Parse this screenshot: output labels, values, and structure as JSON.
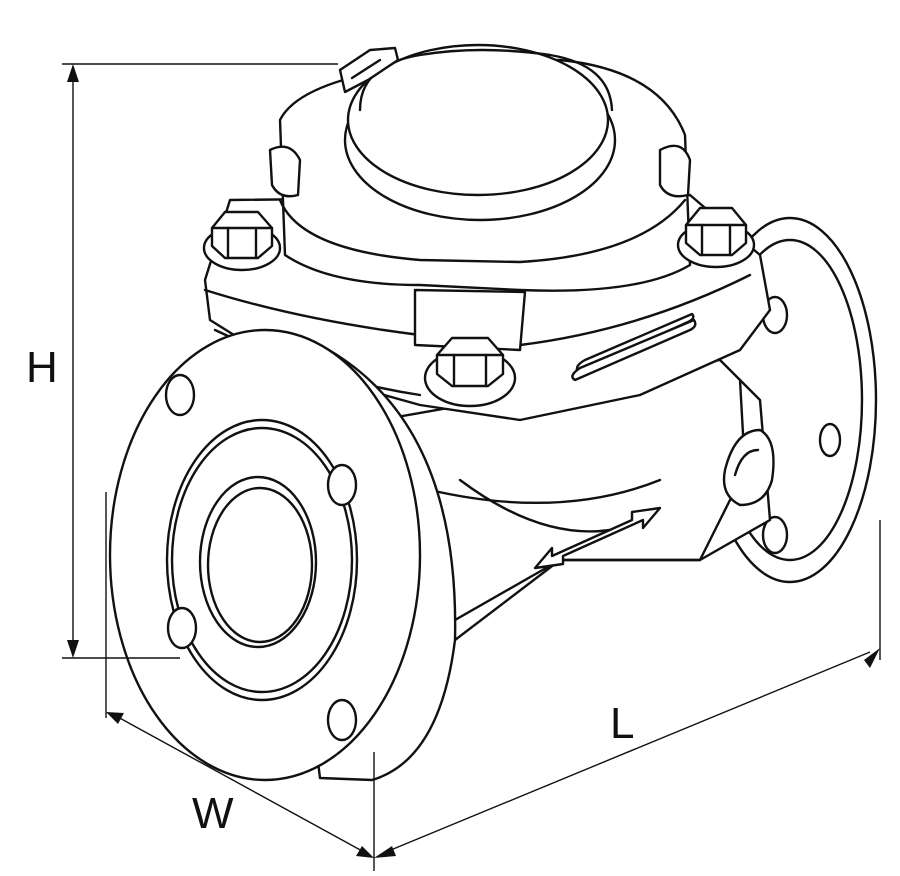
{
  "dimensions": {
    "height_label": "H",
    "width_label": "W",
    "length_label": "L"
  },
  "colors": {
    "line": "#111111",
    "background": "#ffffff"
  }
}
